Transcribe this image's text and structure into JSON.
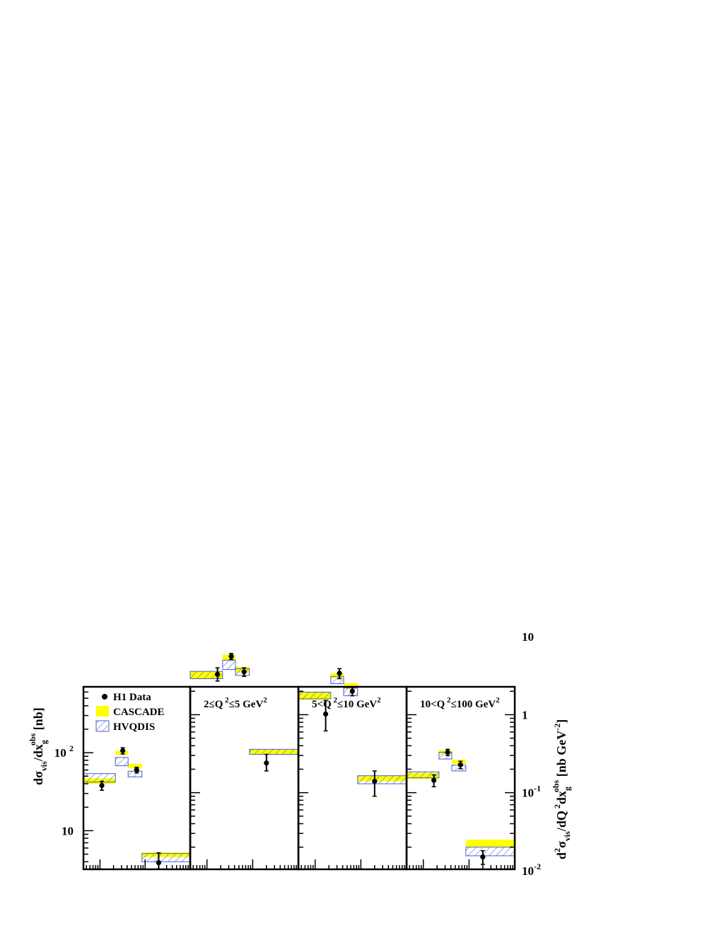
{
  "chart_data": {
    "type": "scatter",
    "x_scale": "log",
    "y_scale": "log",
    "legend": {
      "placement": "top-left of first panel",
      "entries": [
        {
          "name": "H1 Data",
          "color": "#000000",
          "style": "marker"
        },
        {
          "name": "CASCADE",
          "color": "#ffff00",
          "style": "filled band"
        },
        {
          "name": "HVQDIS",
          "color": "#4a5fd0",
          "style": "hatched band"
        }
      ]
    },
    "colors": {
      "data": "#000000",
      "cascade": "#ffff00",
      "hvqdis": "#4a5fd0",
      "frame": "#000000"
    },
    "left_axis": {
      "label_main": "dσ",
      "label_sub": "vis",
      "label_mid": "/dx",
      "label_sub2": "g",
      "label_sup": "obs",
      "label_unit": "[nb]",
      "ticks": [
        {
          "base": "10",
          "exp": "2",
          "value": 100
        },
        {
          "base": "10",
          "exp": "",
          "value": 10
        }
      ]
    },
    "right_axis": {
      "label_pre": "d",
      "label_sup1": "2",
      "label_main": "σ",
      "label_sub": "vis",
      "label_mid": "/dQ",
      "label_sup2": "2",
      "label_mid2": "dx",
      "label_sub2": "g",
      "label_sup3": "obs",
      "label_unit": "[nb GeV",
      "label_unit_sup": "-2",
      "label_unit_end": "]",
      "ticks": [
        {
          "base": "10",
          "exp": "",
          "value": 10
        },
        {
          "base": "1",
          "exp": "",
          "value": 1
        },
        {
          "base": "10",
          "exp": "-1",
          "value": 0.1
        },
        {
          "base": "10",
          "exp": "-2",
          "value": 0.01
        }
      ]
    },
    "panels": [
      {
        "label": "",
        "ylim": [
          3.2,
          700
        ],
        "data": [
          {
            "x": 0.0011,
            "y": 38,
            "err_lo": 5,
            "err_hi": 5
          },
          {
            "x": 0.0032,
            "y": 106,
            "err_lo": 10,
            "err_hi": 10
          },
          {
            "x": 0.0065,
            "y": 60,
            "err_lo": 5,
            "err_hi": 5
          },
          {
            "x": 0.02,
            "y": 3.9,
            "err_lo": 0.8,
            "err_hi": 1.3
          }
        ],
        "cascade": [
          {
            "x0": 0.00043,
            "x1": 0.0022,
            "lo": 40,
            "hi": 47
          },
          {
            "x0": 0.0022,
            "x1": 0.0042,
            "lo": 94,
            "hi": 106
          },
          {
            "x0": 0.0042,
            "x1": 0.0085,
            "lo": 63,
            "hi": 72
          },
          {
            "x0": 0.0085,
            "x1": 0.1,
            "lo": 4.6,
            "hi": 5.3
          }
        ],
        "hvqdis": [
          {
            "x0": 0.00043,
            "x1": 0.0022,
            "lo": 42,
            "hi": 54
          },
          {
            "x0": 0.0022,
            "x1": 0.0042,
            "lo": 68,
            "hi": 87
          },
          {
            "x0": 0.0042,
            "x1": 0.0085,
            "lo": 49,
            "hi": 58
          },
          {
            "x0": 0.0085,
            "x1": 0.1,
            "lo": 4.0,
            "hi": 5.1
          }
        ]
      },
      {
        "label": "2≤Q",
        "label_sup": "2",
        "label_rest": "≤5 GeV",
        "label_sup2": "2",
        "ylim": [
          0.0104,
          2.28
        ],
        "data": [
          {
            "x": 0.0017,
            "y": 3.3,
            "err_lo": 0.6,
            "err_hi": 0.7
          },
          {
            "x": 0.0034,
            "y": 5.6,
            "err_lo": 0.5,
            "err_hi": 0.5
          },
          {
            "x": 0.0065,
            "y": 3.55,
            "err_lo": 0.45,
            "err_hi": 0.45
          },
          {
            "x": 0.02,
            "y": 0.24,
            "err_lo": 0.05,
            "err_hi": 0.07
          }
        ],
        "cascade": [
          {
            "x0": 0.00043,
            "x1": 0.0022,
            "lo": 2.85,
            "hi": 3.6
          },
          {
            "x0": 0.0022,
            "x1": 0.0042,
            "lo": 5.0,
            "hi": 5.9
          },
          {
            "x0": 0.0042,
            "x1": 0.0085,
            "lo": 3.45,
            "hi": 4.1
          },
          {
            "x0": 0.0085,
            "x1": 0.1,
            "lo": 0.31,
            "hi": 0.355
          }
        ],
        "hvqdis": [
          {
            "x0": 0.00043,
            "x1": 0.0022,
            "lo": 2.9,
            "hi": 3.6
          },
          {
            "x0": 0.0022,
            "x1": 0.0042,
            "lo": 3.8,
            "hi": 5.0
          },
          {
            "x0": 0.0042,
            "x1": 0.0085,
            "lo": 3.2,
            "hi": 3.9
          },
          {
            "x0": 0.0085,
            "x1": 0.1,
            "lo": 0.31,
            "hi": 0.36
          }
        ]
      },
      {
        "label": "5<Q",
        "label_sup": "2",
        "label_rest": "≤10 GeV",
        "label_sup2": "2",
        "ylim": [
          0.0104,
          2.28
        ],
        "data": [
          {
            "x": 0.0017,
            "y": 1.02,
            "err_lo": 0.4,
            "err_hi": 0.5
          },
          {
            "x": 0.0034,
            "y": 3.4,
            "err_lo": 0.5,
            "err_hi": 0.5
          },
          {
            "x": 0.0065,
            "y": 2.0,
            "err_lo": 0.25,
            "err_hi": 0.25
          },
          {
            "x": 0.02,
            "y": 0.14,
            "err_lo": 0.05,
            "err_hi": 0.05
          }
        ],
        "cascade": [
          {
            "x0": 0.00043,
            "x1": 0.0022,
            "lo": 1.55,
            "hi": 1.95
          },
          {
            "x0": 0.0022,
            "x1": 0.0042,
            "lo": 2.95,
            "hi": 3.4
          },
          {
            "x0": 0.0042,
            "x1": 0.0085,
            "lo": 2.15,
            "hi": 2.55
          },
          {
            "x0": 0.0085,
            "x1": 0.1,
            "lo": 0.14,
            "hi": 0.165
          }
        ],
        "hvqdis": [
          {
            "x0": 0.00043,
            "x1": 0.0022,
            "lo": 1.6,
            "hi": 1.95
          },
          {
            "x0": 0.0022,
            "x1": 0.0042,
            "lo": 2.5,
            "hi": 3.1
          },
          {
            "x0": 0.0042,
            "x1": 0.0085,
            "lo": 1.75,
            "hi": 2.2
          },
          {
            "x0": 0.0085,
            "x1": 0.1,
            "lo": 0.13,
            "hi": 0.165
          }
        ]
      },
      {
        "label": "10<Q",
        "label_sup": "2",
        "label_rest": "≤100 GeV",
        "label_sup2": "2",
        "ylim": [
          0.0104,
          2.28
        ],
        "data": [
          {
            "x": 0.0017,
            "y": 0.144,
            "err_lo": 0.025,
            "err_hi": 0.025
          },
          {
            "x": 0.0034,
            "y": 0.33,
            "err_lo": 0.03,
            "err_hi": 0.03
          },
          {
            "x": 0.0065,
            "y": 0.228,
            "err_lo": 0.025,
            "err_hi": 0.025
          },
          {
            "x": 0.02,
            "y": 0.015,
            "err_lo": 0.003,
            "err_hi": 0.003
          }
        ],
        "cascade": [
          {
            "x0": 0.00043,
            "x1": 0.0022,
            "lo": 0.15,
            "hi": 0.18
          },
          {
            "x0": 0.0022,
            "x1": 0.0042,
            "lo": 0.31,
            "hi": 0.35
          },
          {
            "x0": 0.0042,
            "x1": 0.0085,
            "lo": 0.235,
            "hi": 0.265
          },
          {
            "x0": 0.0085,
            "x1": 0.1,
            "lo": 0.02,
            "hi": 0.025
          }
        ],
        "hvqdis": [
          {
            "x0": 0.00043,
            "x1": 0.0022,
            "lo": 0.155,
            "hi": 0.185
          },
          {
            "x0": 0.0022,
            "x1": 0.0042,
            "lo": 0.27,
            "hi": 0.33
          },
          {
            "x0": 0.0042,
            "x1": 0.0085,
            "lo": 0.19,
            "hi": 0.225
          },
          {
            "x0": 0.0085,
            "x1": 0.1,
            "lo": 0.0155,
            "hi": 0.02
          }
        ]
      }
    ]
  }
}
